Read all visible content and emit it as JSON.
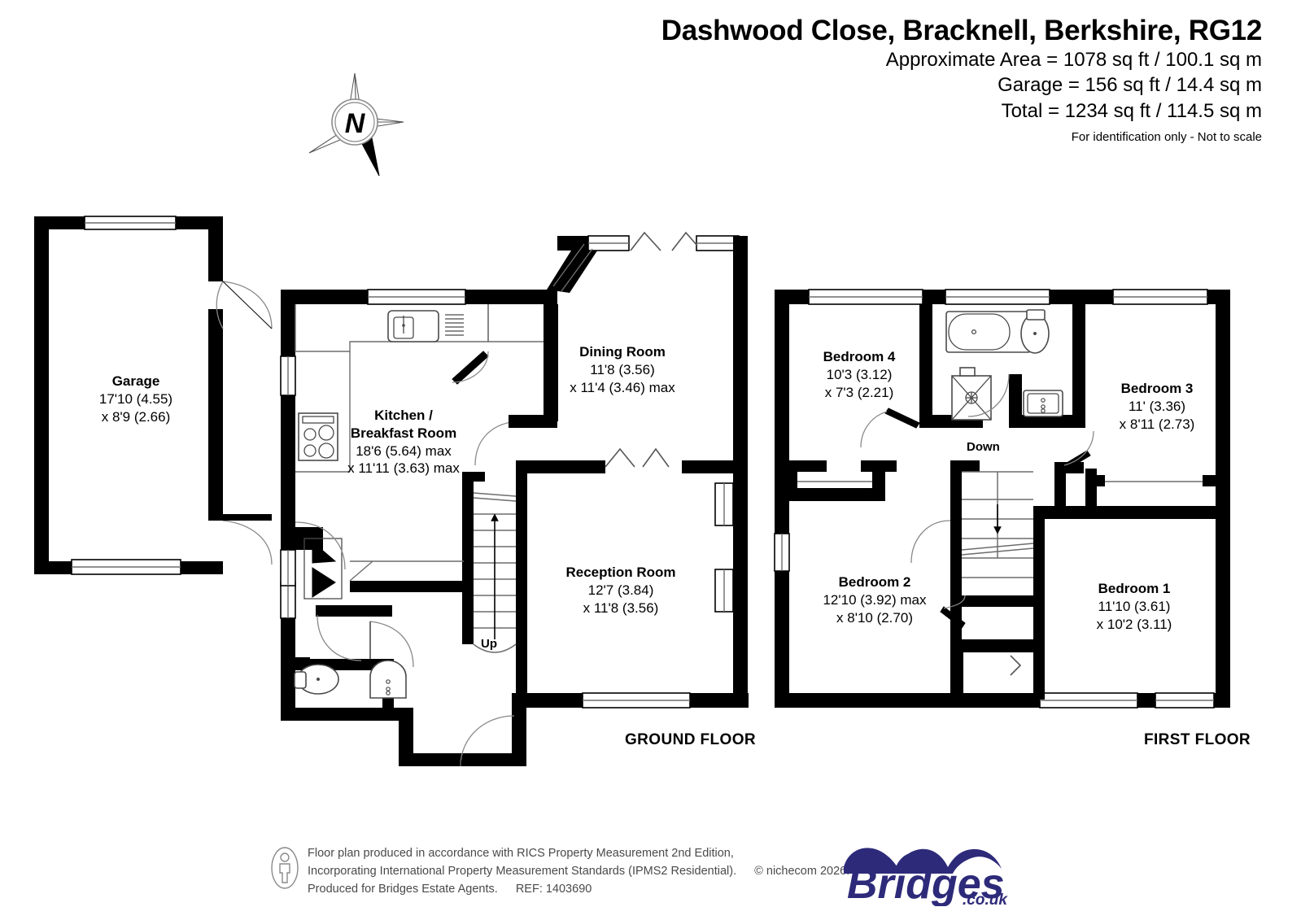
{
  "header": {
    "title": "Dashwood Close, Bracknell, Berkshire, RG12",
    "approx_area": "Approximate Area = 1078 sq ft / 100.1 sq m",
    "garage_area": "Garage = 156 sq ft / 14.4 sq m",
    "total_area": "Total = 1234 sq ft / 114.5 sq m",
    "disclaimer": "For identification only - Not to scale"
  },
  "compass": {
    "north_letter": "N"
  },
  "floors": [
    {
      "key": "ground",
      "label": "GROUND FLOOR"
    },
    {
      "key": "first",
      "label": "FIRST FLOOR"
    }
  ],
  "rooms": {
    "garage": {
      "name": "Garage",
      "dim1": "17'10 (4.55)",
      "dim2": "x 8'9 (2.66)"
    },
    "kitchen": {
      "name_line1": "Kitchen /",
      "name_line2": "Breakfast Room",
      "dim1": "18'6 (5.64) max",
      "dim2": "x 11'11 (3.63) max"
    },
    "dining": {
      "name": "Dining Room",
      "dim1": "11'8 (3.56)",
      "dim2": "x 11'4 (3.46) max"
    },
    "reception": {
      "name": "Reception Room",
      "dim1": "12'7 (3.84)",
      "dim2": "x 11'8 (3.56)"
    },
    "bedroom4": {
      "name": "Bedroom 4",
      "dim1": "10'3 (3.12)",
      "dim2": "x 7'3 (2.21)"
    },
    "bedroom3": {
      "name": "Bedroom 3",
      "dim1": "11' (3.36)",
      "dim2": "x 8'11 (2.73)"
    },
    "bedroom2": {
      "name": "Bedroom 2",
      "dim1": "12'10 (3.92) max",
      "dim2": "x 8'10 (2.70)"
    },
    "bedroom1": {
      "name": "Bedroom 1",
      "dim1": "11'10 (3.61)",
      "dim2": "x 10'2 (3.11)"
    }
  },
  "stairs": {
    "up_label": "Up",
    "down_label": "Down"
  },
  "footer": {
    "line1": "Floor plan produced in accordance with RICS Property Measurement 2nd Edition,",
    "line2": "Incorporating International Property Measurement Standards (IPMS2 Residential).",
    "copyright": "© nichecom 2026.",
    "line3": "Produced for Bridges Estate Agents.",
    "ref": "REF: 1403690"
  },
  "logo": {
    "name": "Bridges",
    "domain": ".co.uk",
    "color": "#2e2a7a"
  }
}
